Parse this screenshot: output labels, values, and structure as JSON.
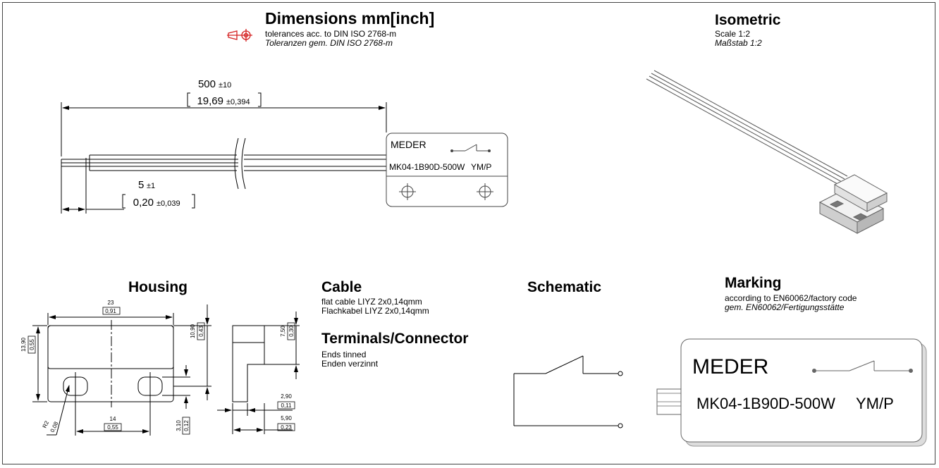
{
  "dimensions": {
    "title": "Dimensions mm[inch]",
    "tolerance_en": "tolerances acc. to DIN ISO 2768-m",
    "tolerance_de": "Toleranzen gem. DIN ISO 2768-m",
    "length_value": "500",
    "length_tol": "±10",
    "length_inch": "19,69",
    "length_inch_tol": "±0,394",
    "strip_value": "5",
    "strip_tol": "±1",
    "strip_inch": "0,20",
    "strip_inch_tol": "±0,039"
  },
  "sensor_label": {
    "brand": "MEDER",
    "part": "MK04-1B90D-500W",
    "code": "YM/P"
  },
  "isometric": {
    "title": "Isometric",
    "scale_en": "Scale 1:2",
    "scale_de": "Maßstab 1:2"
  },
  "housing": {
    "title": "Housing",
    "dims": {
      "width": "23",
      "width_in": "0,91",
      "height": "13,90",
      "height_in": "0,55",
      "hole_spacing": "14",
      "hole_spacing_in": "0,55",
      "radius": "R2",
      "radius_in": "0,08",
      "inner_height": "10,90",
      "inner_height_in": "0,43",
      "hole_height": "3,10",
      "hole_height_in": "0,12",
      "side_height": "7,50",
      "side_height_in": "0,30",
      "thick_small": "2,90",
      "thick_small_in": "0,11",
      "thick_total": "5,90",
      "thick_total_in": "0,23"
    }
  },
  "cable": {
    "title": "Cable",
    "desc_en": "flat cable LIYZ 2x0,14qmm",
    "desc_de": "Flachkabel LIYZ 2x0,14qmm"
  },
  "terminals": {
    "title": "Terminals/Connector",
    "desc_en": "Ends tinned",
    "desc_de": "Enden verzinnt"
  },
  "schematic": {
    "title": "Schematic"
  },
  "marking": {
    "title": "Marking",
    "desc_en": "according to EN60062/factory code",
    "desc_de": "gem. EN60062/Fertigungsstätte"
  },
  "colors": {
    "tolerance_icon": "#d42020",
    "line": "#000000",
    "part_fill": "#ffffff"
  }
}
